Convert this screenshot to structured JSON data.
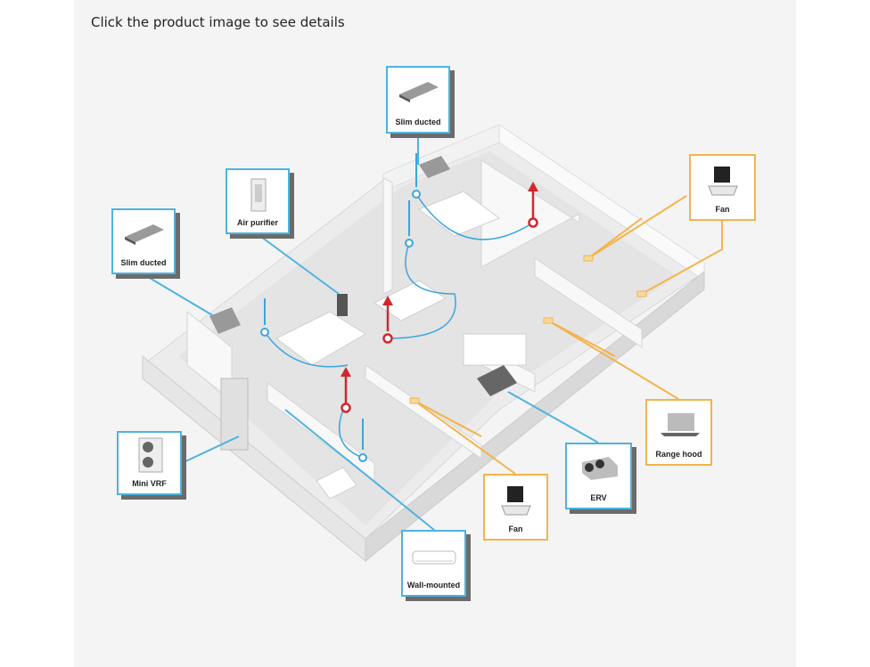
{
  "header": {
    "instruction": "Click the product image to see details"
  },
  "products": [
    {
      "id": "slim-ducted-top",
      "label": "Slim ducted",
      "kind": "indoor"
    },
    {
      "id": "air-purifier",
      "label": "Air purifier",
      "kind": "indoor"
    },
    {
      "id": "slim-ducted-left",
      "label": "Slim ducted",
      "kind": "indoor"
    },
    {
      "id": "fan-top",
      "label": "Fan",
      "kind": "ventilation"
    },
    {
      "id": "range-hood",
      "label": "Range hood",
      "kind": "ventilation"
    },
    {
      "id": "erv",
      "label": "ERV",
      "kind": "indoor"
    },
    {
      "id": "fan-bottom",
      "label": "Fan",
      "kind": "ventilation"
    },
    {
      "id": "wall-mounted",
      "label": "Wall-mounted",
      "kind": "indoor"
    },
    {
      "id": "mini-vrf",
      "label": "Mini VRF",
      "kind": "outdoor"
    }
  ],
  "colors": {
    "indoor": "#4db3e0",
    "ventilation": "#f4b44a",
    "exhaust": "#d0282e",
    "supply": "#3aa6dd"
  }
}
